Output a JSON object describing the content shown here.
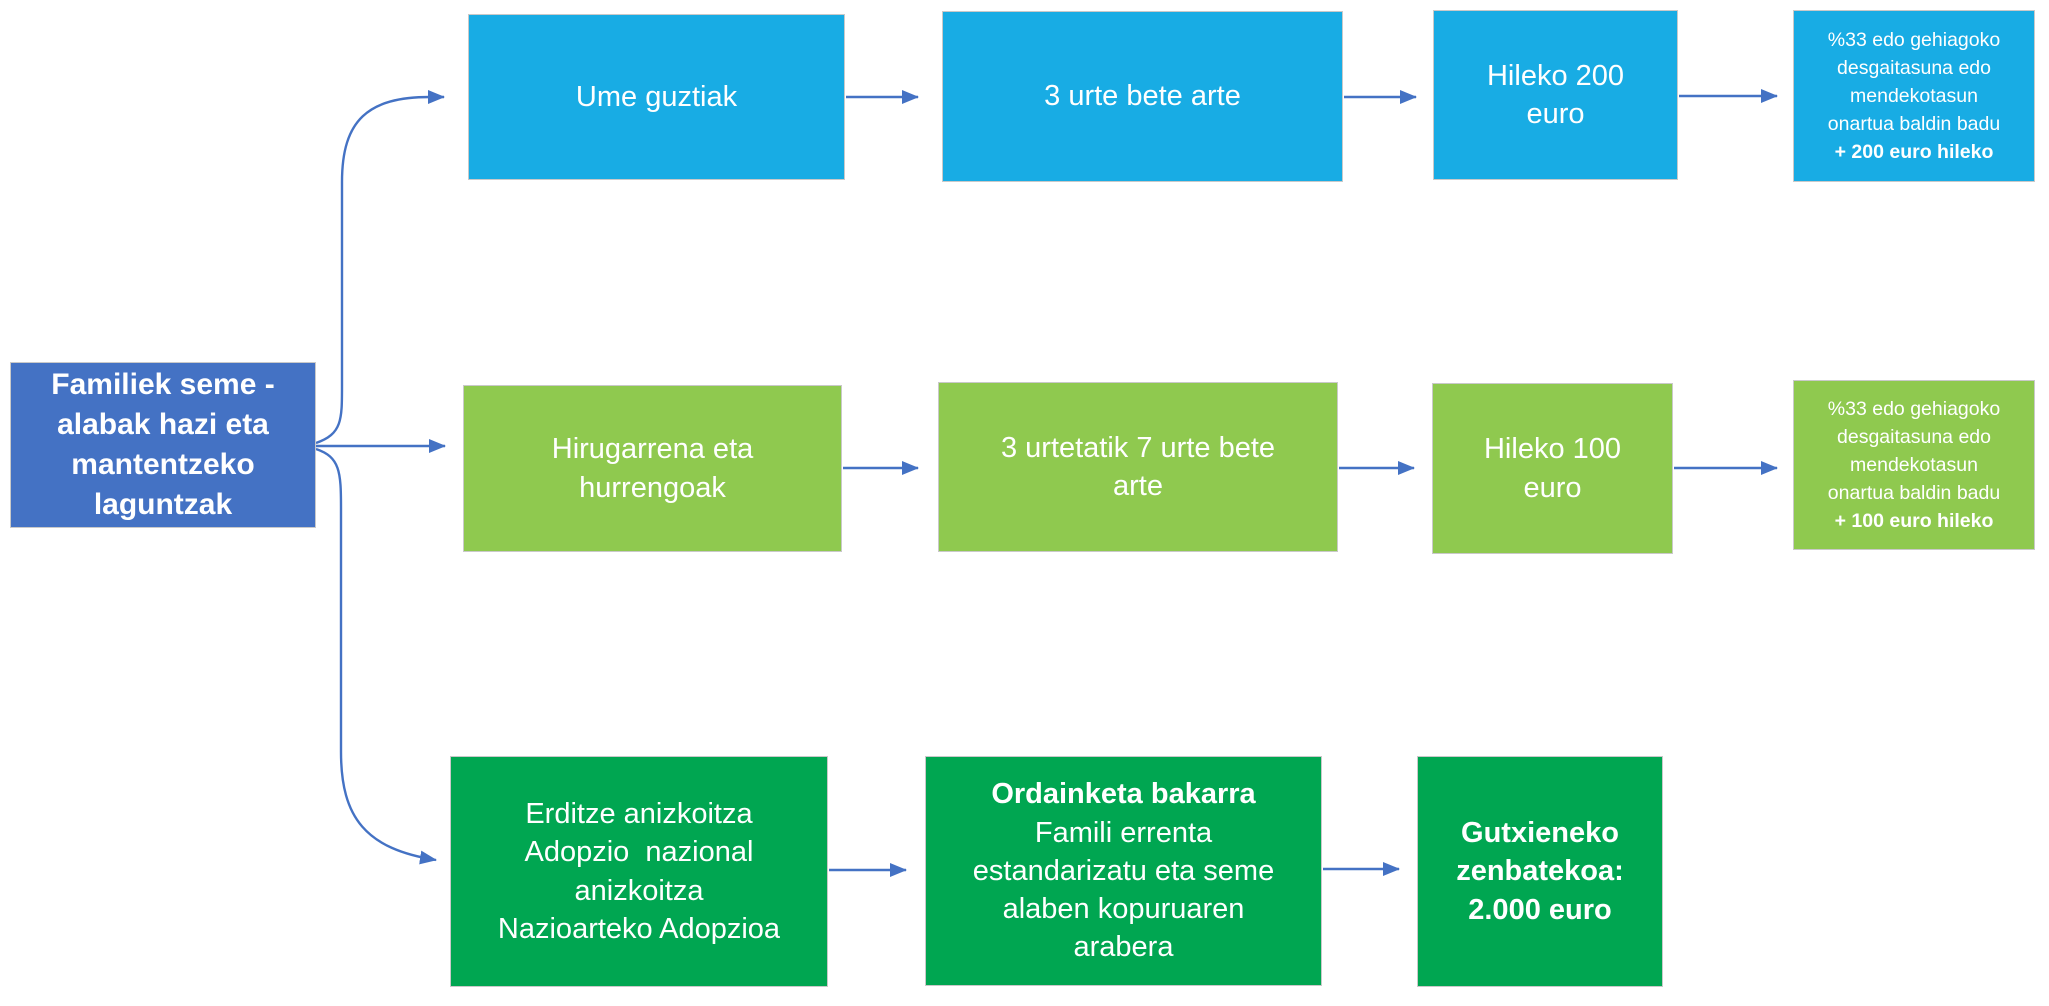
{
  "diagram": {
    "root": {
      "label": "Familiek seme -\nalabak hazi eta\nmantentzeko\nlaguntzak",
      "color": "#4472C4"
    },
    "rows": [
      {
        "color": "#18ACE4",
        "nodes": [
          {
            "text": "Ume guztiak"
          },
          {
            "text": "3 urte bete arte"
          },
          {
            "text": "Hileko 200\neuro"
          },
          {
            "text": "%33 edo gehiagoko\ndesgaitasuna edo\nmendekotasun\nonartua baldin badu",
            "bold_text": "+ 200 euro hileko"
          }
        ]
      },
      {
        "color": "#8FC94F",
        "nodes": [
          {
            "text": "Hirugarrena eta\nhurrengoak"
          },
          {
            "text": "3 urtetatik 7 urte bete\narte"
          },
          {
            "text": "Hileko 100\neuro"
          },
          {
            "text": "%33 edo gehiagoko\ndesgaitasuna edo\nmendekotasun\nonartua baldin badu",
            "bold_text": "+ 100 euro hileko"
          }
        ]
      },
      {
        "color": "#00A651",
        "nodes": [
          {
            "text": "Erditze anizkoitza\nAdopzio  nazional\nanizkoitza\nNazioarteko Adopzioa"
          },
          {
            "bold_intro": "Ordainketa bakarra",
            "text": "Famili errenta\nestandarizatu eta seme\nalaben kopuruaren\narabera"
          },
          {
            "bold_text": "Gutxieneko\nzenbatekoa:\n2.000 euro"
          }
        ]
      }
    ],
    "colors": {
      "arrow": "#4472C4",
      "box_border": "#C9C9C9",
      "text": "#FFFFFF",
      "background": "#FFFFFF"
    }
  }
}
